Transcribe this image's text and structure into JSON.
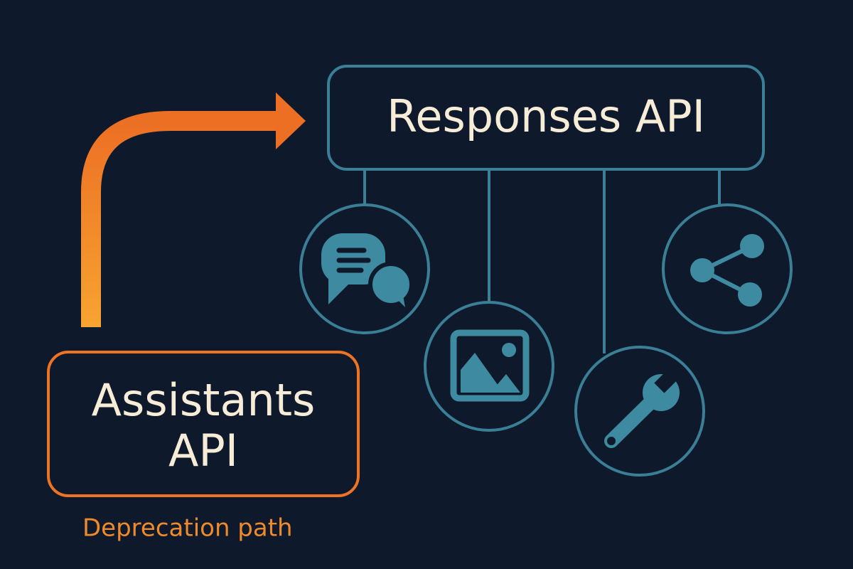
{
  "responses_box": {
    "label": "Responses API"
  },
  "assistants_box": {
    "line1": "Assistants",
    "line2": "API"
  },
  "caption": "Deprecation path",
  "feature_icons": [
    {
      "icon": "chat-bubbles-icon"
    },
    {
      "icon": "image-icon"
    },
    {
      "icon": "wrench-icon"
    },
    {
      "icon": "share-nodes-icon"
    }
  ],
  "colors": {
    "background": "#0e1a2b",
    "teal_outline": "#3a7f96",
    "icon_fill": "#3e8aa0",
    "orange_top": "#ec6f24",
    "orange_bottom": "#f7a430",
    "label_text": "#f7ecd7"
  }
}
